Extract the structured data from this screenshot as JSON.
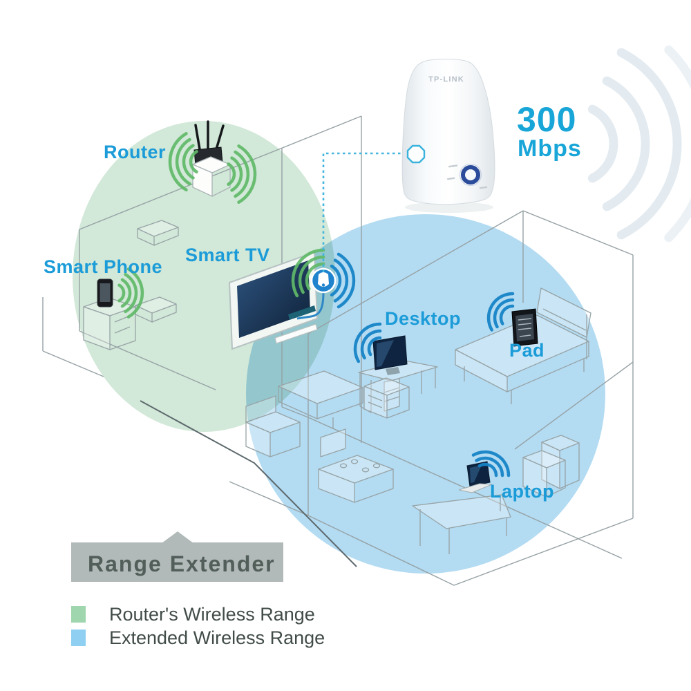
{
  "diagram": {
    "title_badge": "Range Extender",
    "speed": {
      "value": "300",
      "unit": "Mbps"
    },
    "product": {
      "brand": "TP-LINK"
    },
    "labels": {
      "router": "Router",
      "smart_phone": "Smart Phone",
      "smart_tv": "Smart TV",
      "desktop": "Desktop",
      "pad": "Pad",
      "laptop": "Laptop"
    },
    "legend": [
      {
        "swatch_color": "#9fd6ae",
        "label": "Router's Wireless Range"
      },
      {
        "swatch_color": "#8fd0f2",
        "label": "Extended Wireless Range"
      }
    ],
    "colors": {
      "router_range_fill": "#d2e8d8",
      "extended_range_fill": "#b3dbf2",
      "device_label_text": "#1b9cd8",
      "speed_text": "#18a5d7",
      "green_signal": "#5fb868",
      "blue_signal": "#1684c6",
      "connector_dashed": "#41b5dd",
      "badge_background": "#b2b9b9",
      "badge_text": "#515e59",
      "legend_text": "#414c49"
    }
  }
}
